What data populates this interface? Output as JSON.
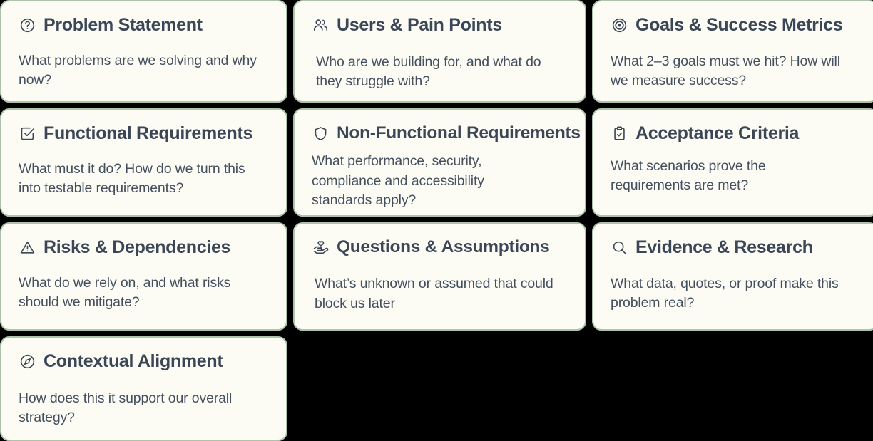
{
  "theme": {
    "page_background": "#000000",
    "card_background": "#fcfcf5",
    "card_border": "#adc3ab",
    "title_color": "#3b4656",
    "body_color": "#45505f"
  },
  "cards": [
    {
      "id": "problem-statement",
      "icon": "question-circle-icon",
      "title": "Problem Statement",
      "body": "What problems are we solving and why now?"
    },
    {
      "id": "users-pain-points",
      "icon": "users-icon",
      "title": "Users & Pain Points",
      "body": "Who are we building for, and what do they struggle with?"
    },
    {
      "id": "goals-success-metrics",
      "icon": "target-icon",
      "title": "Goals & Success Metrics",
      "body": "What 2–3 goals must we hit? How will we measure success?"
    },
    {
      "id": "functional-requirements",
      "icon": "checkbox-check-icon",
      "title": "Functional Requirements",
      "body": "What must it do? How do we turn this into testable requirements?"
    },
    {
      "id": "non-functional-requirements",
      "icon": "shield-icon",
      "title": "Non-Functional Requirements",
      "body": "What performance, security, compliance and accessibility standards apply?"
    },
    {
      "id": "acceptance-criteria",
      "icon": "clipboard-check-icon",
      "title": "Acceptance Criteria",
      "body": "What scenarios prove the requirements are met?"
    },
    {
      "id": "risks-dependencies",
      "icon": "warning-triangle-icon",
      "title": "Risks & Dependencies",
      "body": "What do we rely on, and what risks should we mitigate?"
    },
    {
      "id": "questions-assumptions",
      "icon": "hand-heart-icon",
      "title": "Questions & Assumptions",
      "body": "What’s unknown or assumed that could  block us later"
    },
    {
      "id": "evidence-research",
      "icon": "search-icon",
      "title": "Evidence & Research",
      "body": "What data, quotes, or proof make this problem real?"
    },
    {
      "id": "contextual-alignment",
      "icon": "compass-icon",
      "title": "Contextual Alignment",
      "body": "How does this it support our overall strategy?"
    }
  ]
}
